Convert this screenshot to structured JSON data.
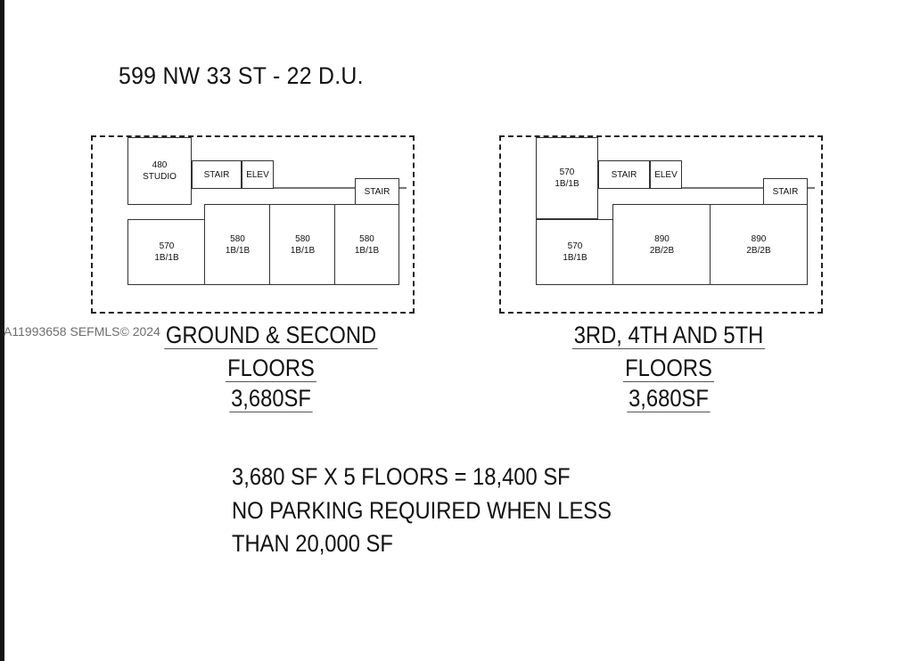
{
  "title": "599 NW 33 ST - 22 D.U.",
  "watermark": "A11993658  SEFMLS© 2024",
  "plans": [
    {
      "rooms": [
        {
          "num": "480",
          "type": "STUDIO"
        },
        {
          "num": "",
          "type": "STAIR"
        },
        {
          "num": "",
          "type": "ELEV"
        },
        {
          "num": "",
          "type": "STAIR"
        },
        {
          "num": "570",
          "type": "1B/1B"
        },
        {
          "num": "580",
          "type": "1B/1B"
        },
        {
          "num": "580",
          "type": "1B/1B"
        },
        {
          "num": "580",
          "type": "1B/1B"
        }
      ],
      "label_line1": "GROUND & SECOND",
      "label_line2": "FLOORS",
      "label_area": "3,680SF"
    },
    {
      "rooms": [
        {
          "num": "570",
          "type": "1B/1B"
        },
        {
          "num": "",
          "type": "STAIR"
        },
        {
          "num": "",
          "type": "ELEV"
        },
        {
          "num": "",
          "type": "STAIR"
        },
        {
          "num": "570",
          "type": "1B/1B"
        },
        {
          "num": "890",
          "type": "2B/2B"
        },
        {
          "num": "890",
          "type": "2B/2B"
        }
      ],
      "label_line1": "3RD, 4TH AND 5TH",
      "label_line2": "FLOORS",
      "label_area": "3,680SF"
    }
  ],
  "notes": [
    "3,680 SF X 5 FLOORS = 18,400 SF",
    "NO PARKING REQUIRED WHEN LESS",
    "THAN 20,000 SF"
  ]
}
